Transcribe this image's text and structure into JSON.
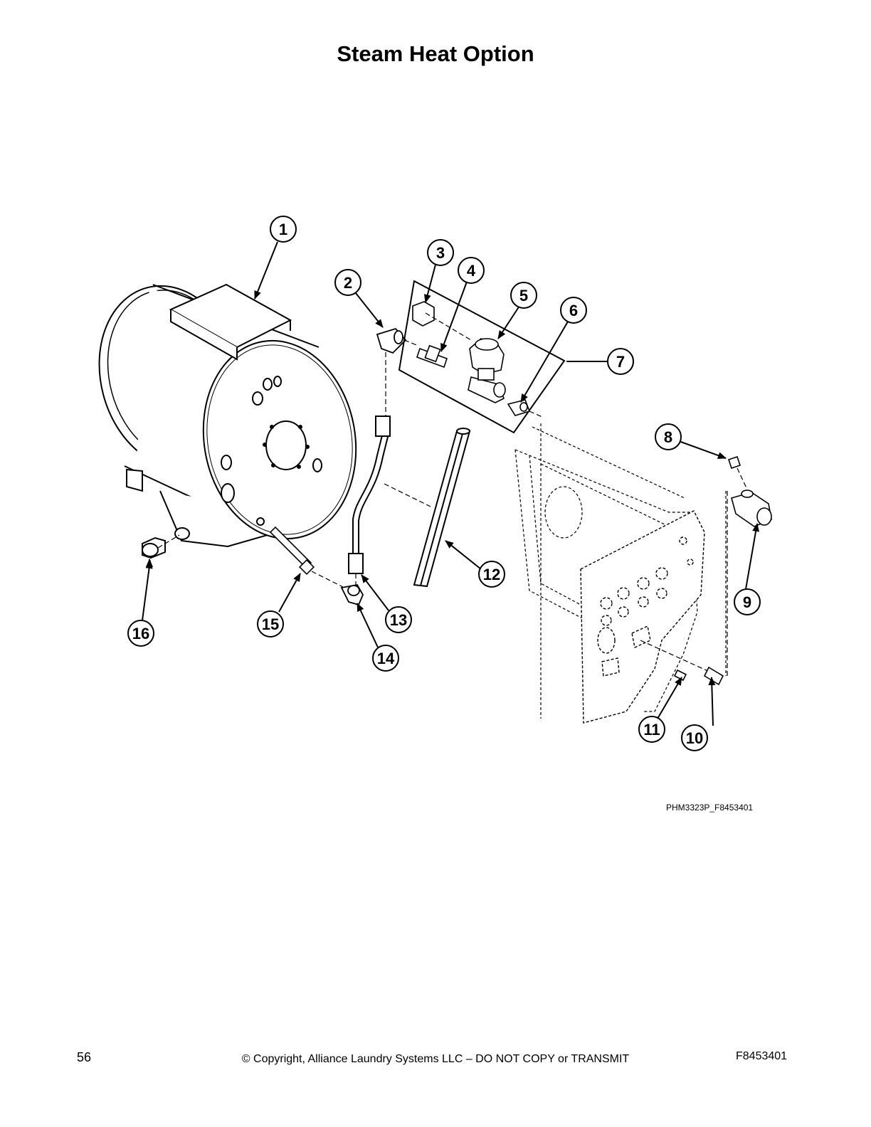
{
  "page": {
    "title": "Steam Heat Option",
    "figure_ref": "PHM3323P_F8453401",
    "page_number": "56",
    "copyright": "© Copyright, Alliance Laundry Systems LLC – DO NOT COPY or TRANSMIT",
    "doc_number": "F8453401"
  },
  "callouts": [
    "1",
    "2",
    "3",
    "4",
    "5",
    "6",
    "7",
    "8",
    "9",
    "10",
    "11",
    "12",
    "13",
    "14",
    "15",
    "16"
  ]
}
